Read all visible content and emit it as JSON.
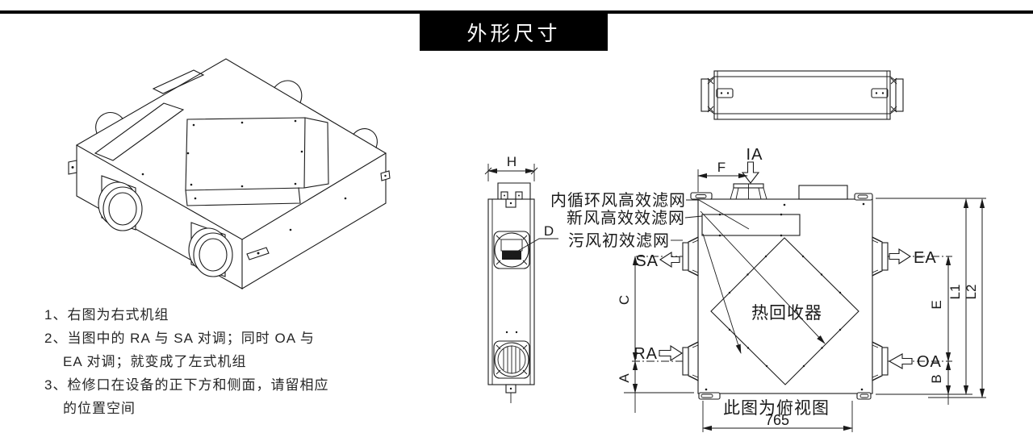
{
  "title": "外形尺寸",
  "notes": [
    "1、右图为右式机组",
    "2、当图中的 RA 与 SA 对调；同时 OA 与",
    "EA 对调；就变成了左式机组",
    "3、检修口在设备的正下方和侧面，请留相应",
    "的位置空间"
  ],
  "drawing": {
    "filter_labels": {
      "recirc": "内循环风高效滤网",
      "fresh": "新风高效效滤网",
      "dirty": "污风初效滤网"
    },
    "core_label": "热回收器",
    "view_caption": "此图为俯视图",
    "bottom_width": "765",
    "ports": {
      "ia": "IA",
      "sa": "SA",
      "ra": "RA",
      "ea": "EA",
      "oa": "OA"
    },
    "dims": {
      "f": "F",
      "c": "C",
      "a": "A",
      "e": "E",
      "b": "B",
      "l1": "L1",
      "l2": "L2",
      "h": "H",
      "d": "D"
    }
  },
  "colors": {
    "ink": "#1a1a1a",
    "banner_bg": "#000000",
    "banner_fg": "#ffffff"
  }
}
